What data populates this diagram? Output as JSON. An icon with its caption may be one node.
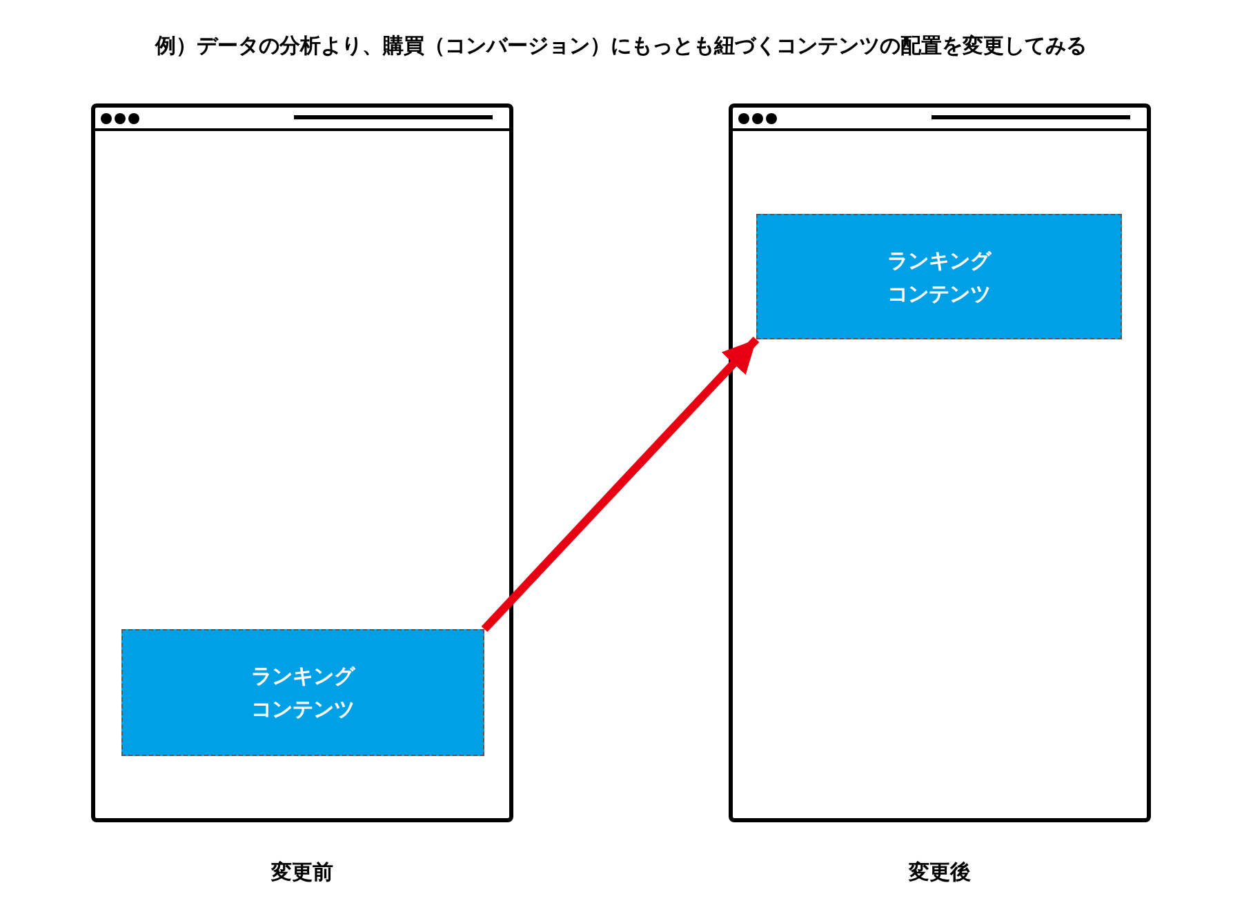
{
  "diagram": {
    "title": "例）データの分析より、購買（コンバージョン）にもっとも紐づくコンテンツの配置を変更してみる",
    "nodes": [
      {
        "text": [],
        "shape": "box",
        "beside": [
          "変更前"
        ]
      },
      {
        "text": [
          "ランキングコンテンツ"
        ],
        "in": 0
      },
      {
        "text": [],
        "shape": "box",
        "beside": [
          "変更後"
        ]
      },
      {
        "text": [
          "ランキングコンテンツ"
        ],
        "in": 2
      }
    ],
    "edges": [
      {
        "from": 1,
        "to": 3,
        "arrow": "to",
        "color": "#e60012"
      }
    ]
  }
}
